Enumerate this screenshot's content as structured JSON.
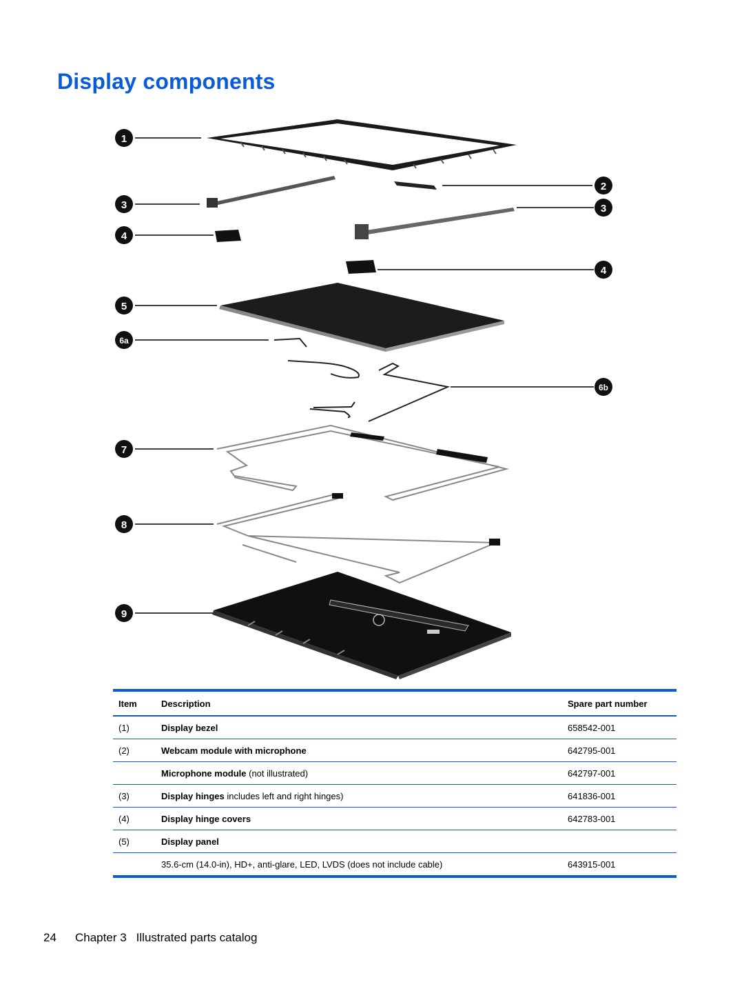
{
  "title": "Display components",
  "callouts": [
    "1",
    "2",
    "3",
    "3",
    "4",
    "4",
    "5",
    "6a",
    "6b",
    "7",
    "8",
    "9"
  ],
  "table": {
    "headers": {
      "item": "Item",
      "description": "Description",
      "spare_part_number": "Spare part number"
    },
    "rows": [
      {
        "item": "(1)",
        "desc_bold": "Display bezel",
        "desc_rest": "",
        "spn": "658542-001"
      },
      {
        "item": "(2)",
        "desc_bold": "Webcam module with microphone",
        "desc_rest": "",
        "spn": "642795-001"
      },
      {
        "item": "",
        "desc_bold": "Microphone module",
        "desc_rest": " (not illustrated)",
        "spn": "642797-001"
      },
      {
        "item": "(3)",
        "desc_bold": "Display hinges",
        "desc_rest": " includes left and right hinges)",
        "spn": "641836-001"
      },
      {
        "item": "(4)",
        "desc_bold": "Display hinge covers",
        "desc_rest": "",
        "spn": "642783-001"
      },
      {
        "item": "(5)",
        "desc_bold": "Display panel",
        "desc_rest": "",
        "spn": ""
      },
      {
        "item": "",
        "desc_bold": "",
        "desc_rest": "35.6-cm (14.0-in), HD+, anti-glare, LED, LVDS (does not include cable)",
        "spn": "643915-001"
      }
    ]
  },
  "footer": {
    "page_number": "24",
    "chapter": "Chapter 3",
    "section": "Illustrated parts catalog"
  },
  "colors": {
    "accent": "#0a5bd8",
    "callout": "#111111"
  }
}
